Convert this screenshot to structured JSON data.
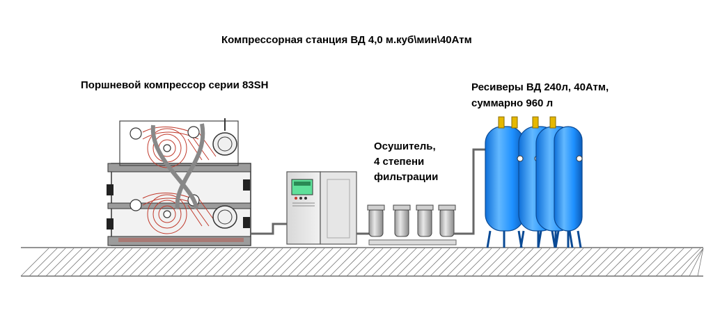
{
  "title": "Компрессорная станция ВД   4,0 м.куб\\мин\\40Атм",
  "compressor": {
    "label": "Поршневой компрессор  серии 83SH"
  },
  "dryer": {
    "line1": "Осушитель,",
    "line2": "4 степени",
    "line3": "фильтрации"
  },
  "receivers": {
    "line1": "Ресиверы ВД 240л, 40Атм,",
    "line2": "суммарно 960 л"
  },
  "colors": {
    "receiver_blue": "#1e90ff",
    "receiver_light": "#62b8ff",
    "fitting_gold": "#e6b800",
    "compressor_red": "#c0392b",
    "controller_screen": "#5fe09a"
  }
}
